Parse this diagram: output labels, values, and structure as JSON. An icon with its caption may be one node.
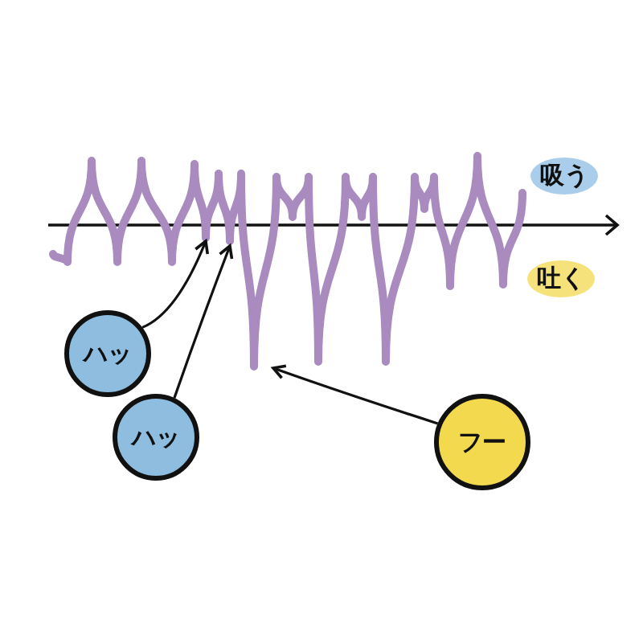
{
  "diagram": {
    "nodes": [
      {
        "text": [
          "ハッ"
        ]
      },
      {
        "text": [
          "ハッ"
        ]
      },
      {
        "text": [
          "フー"
        ]
      }
    ],
    "edges": [
      {
        "from": 0,
        "to": null,
        "arrow": "to"
      },
      {
        "from": 1,
        "to": null,
        "arrow": "to"
      },
      {
        "from": 2,
        "to": null,
        "arrow": "to"
      }
    ],
    "labels": [
      "吸う",
      "吐く"
    ]
  }
}
